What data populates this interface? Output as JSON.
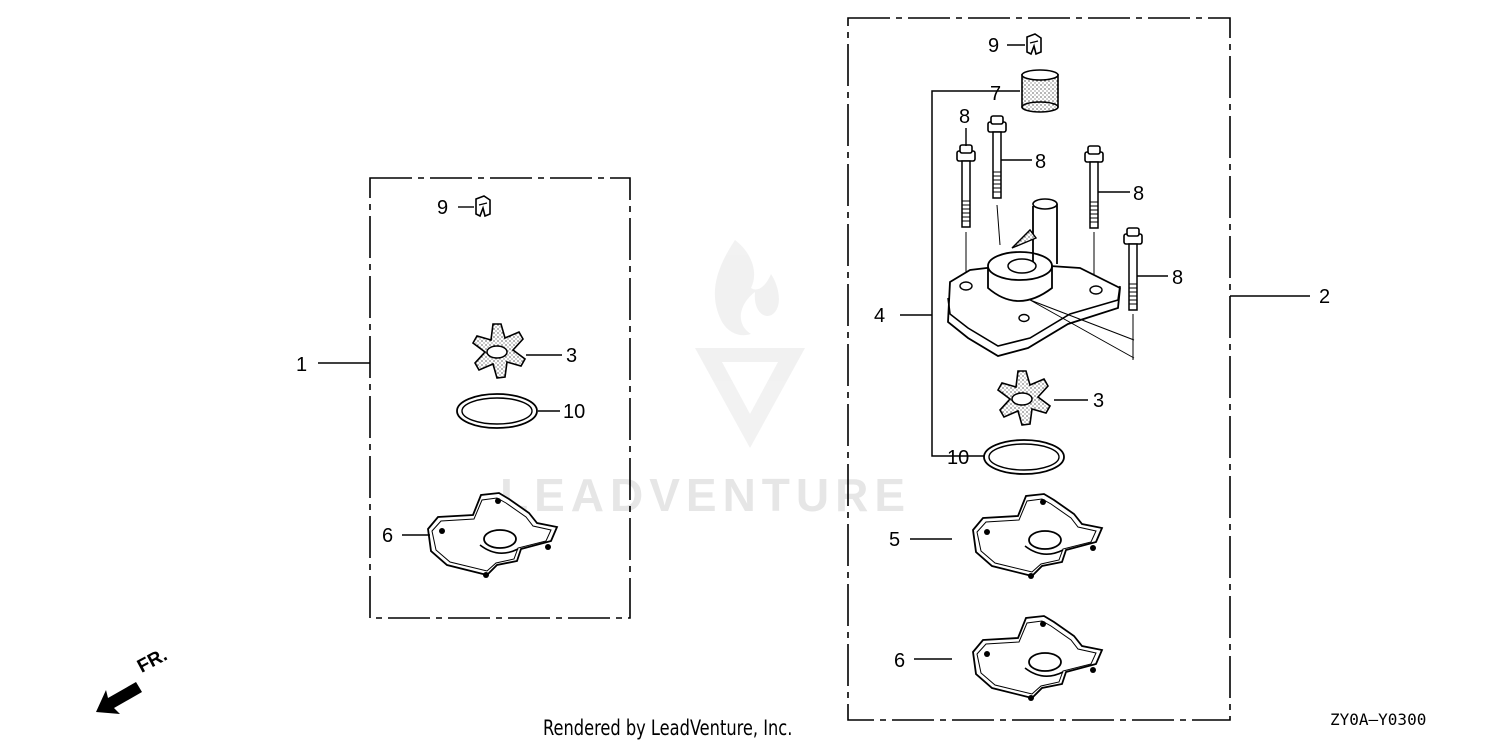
{
  "watermark": {
    "text": "LEADVENTURE"
  },
  "front_marker": {
    "label": "FR."
  },
  "footer": {
    "rendered_by": "Rendered by LeadVenture, Inc.",
    "diagram_code": "ZY0A—Y0300"
  },
  "kit_left": {
    "callout": "1",
    "parts": {
      "item9": "9",
      "item3": "3",
      "item10": "10",
      "item6": "6"
    }
  },
  "kit_right": {
    "callout": "2",
    "parts": {
      "item9": "9",
      "item7": "7",
      "item8a": "8",
      "item8b": "8",
      "item8c": "8",
      "item8d": "8",
      "item4": "4",
      "item3": "3",
      "item10": "10",
      "item5": "5",
      "item6": "6"
    }
  },
  "colors": {
    "ink": "#000000",
    "watermark": "#e6e6e6"
  }
}
